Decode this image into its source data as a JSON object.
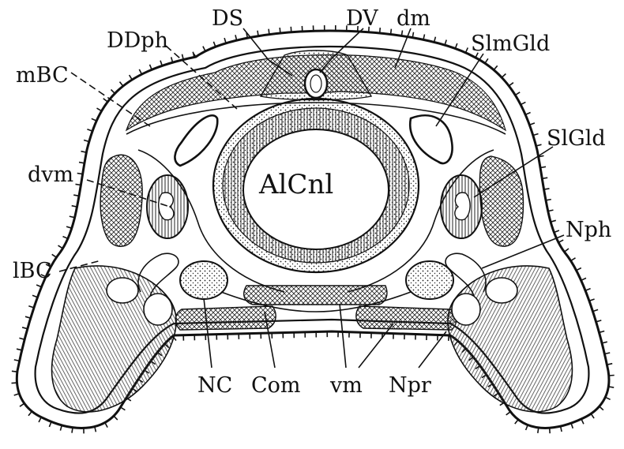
{
  "labels": {
    "DS": "DS",
    "DV": "DV",
    "dm": "dm",
    "DDph": "DDph",
    "mBC": "mBC",
    "SlmGld": "SlmGld",
    "SlGld": "SlGld",
    "dvm": "dvm",
    "AlCnl": "AlCnl",
    "Nph": "Nph",
    "lBC": "lBC",
    "NC": "NC",
    "Com": "Com",
    "vm": "vm",
    "Npr": "Npr"
  },
  "colors": {
    "ink": "#111111",
    "paper": "#ffffff"
  }
}
